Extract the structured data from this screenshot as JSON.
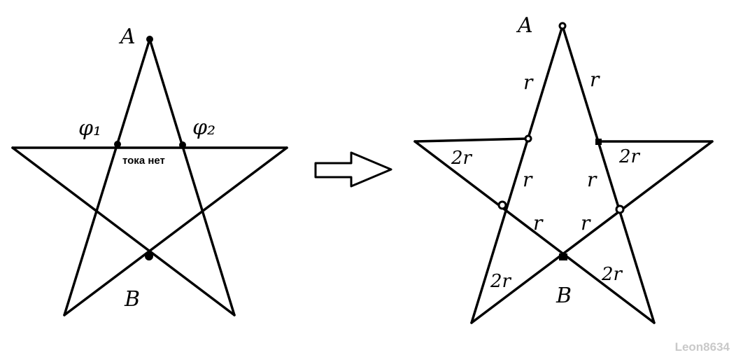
{
  "left": {
    "label_a": "A",
    "label_b": "B",
    "phi1": "φ₁",
    "phi2": "φ₂",
    "no_current": "тока нет"
  },
  "right": {
    "label_a": "A",
    "label_b": "B",
    "r": "r",
    "two_r": "2r"
  },
  "watermark": "Leon8634"
}
